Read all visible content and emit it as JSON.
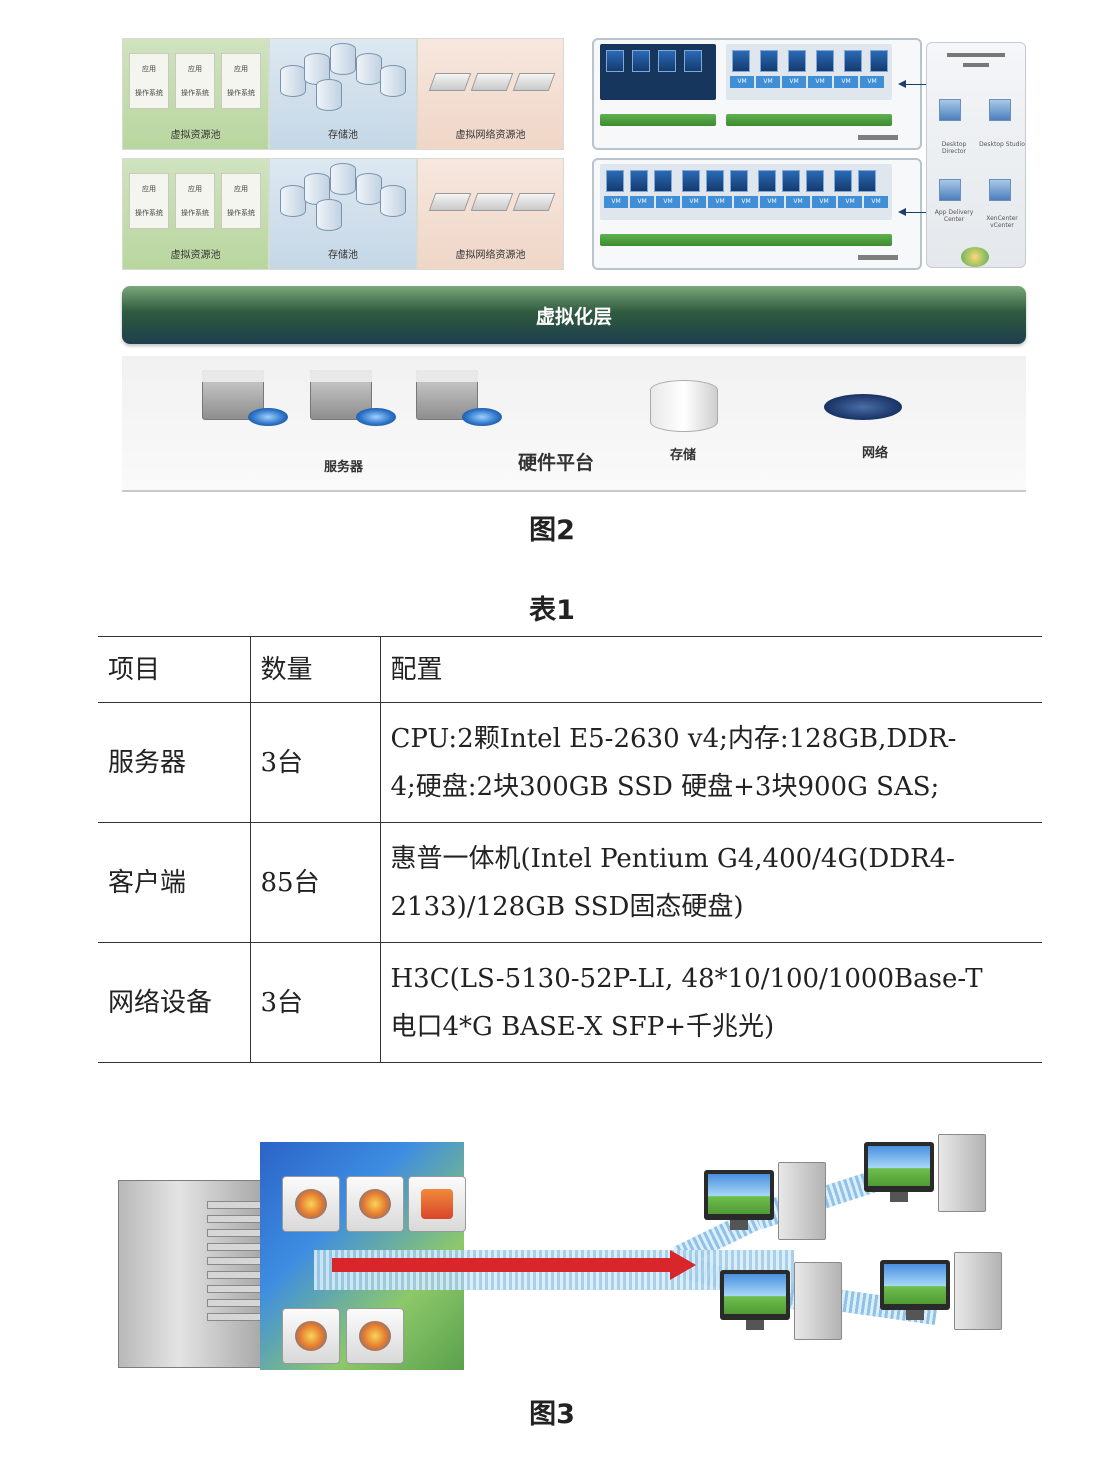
{
  "figure2": {
    "pool_groups": [
      {
        "virtual_pool": {
          "label": "虚拟资源池",
          "vm_tiles": [
            {
              "top": "应用",
              "bottom": "操作系统"
            },
            {
              "top": "应用",
              "bottom": "操作系统"
            },
            {
              "top": "应用",
              "bottom": "操作系统"
            }
          ]
        },
        "storage_pool": {
          "label": "存储池"
        },
        "network_pool": {
          "label": "虚拟网络资源池"
        }
      },
      {
        "virtual_pool": {
          "label": "虚拟资源池",
          "vm_tiles": [
            {
              "top": "应用",
              "bottom": "操作系统"
            },
            {
              "top": "应用",
              "bottom": "操作系统"
            },
            {
              "top": "应用",
              "bottom": "操作系统"
            }
          ]
        },
        "storage_pool": {
          "label": "存储池"
        },
        "network_pool": {
          "label": "虚拟网络资源池"
        }
      }
    ],
    "vm_label": "VM",
    "management_center": {
      "apps": [
        "Desktop Director",
        "Desktop Studio",
        "App Delivery Center",
        "XenCenter vCenter"
      ]
    },
    "virtualization_layer": "虚拟化层",
    "hardware": {
      "title": "硬件平台",
      "server_label": "服务器",
      "storage_label": "存储",
      "network_label": "网络"
    },
    "caption": "图2"
  },
  "table1": {
    "caption": "表1",
    "headers": [
      "项目",
      "数量",
      "配置"
    ],
    "rows": [
      {
        "item": "服务器",
        "qty": "3台",
        "config_lines": [
          "CPU:2颗Intel E5-2630 v4;内存:128GB,DDR-",
          "4;硬盘:2块300GB SSD 硬盘+3块900G SAS;"
        ]
      },
      {
        "item": "客户端",
        "qty": "85台",
        "config_lines": [
          "惠普一体机(Intel Pentium G4,400/4G(DDR4-",
          "2133)/128GB SSD固态硬盘)"
        ]
      },
      {
        "item": "网络设备",
        "qty": "3台",
        "config_lines": [
          "H3C(LS-5130-52P-LI, 48*10/100/1000Base-T",
          "电口4*G BASE-X SFP+千兆光)"
        ]
      }
    ]
  },
  "figure3": {
    "caption": "图3",
    "colors": {
      "arrow": "#d8262a",
      "beam": "#9fcbe8"
    },
    "icons": [
      "server-icon",
      "app-window-icon",
      "red-arrow-icon",
      "desktop-pc-icon"
    ]
  }
}
